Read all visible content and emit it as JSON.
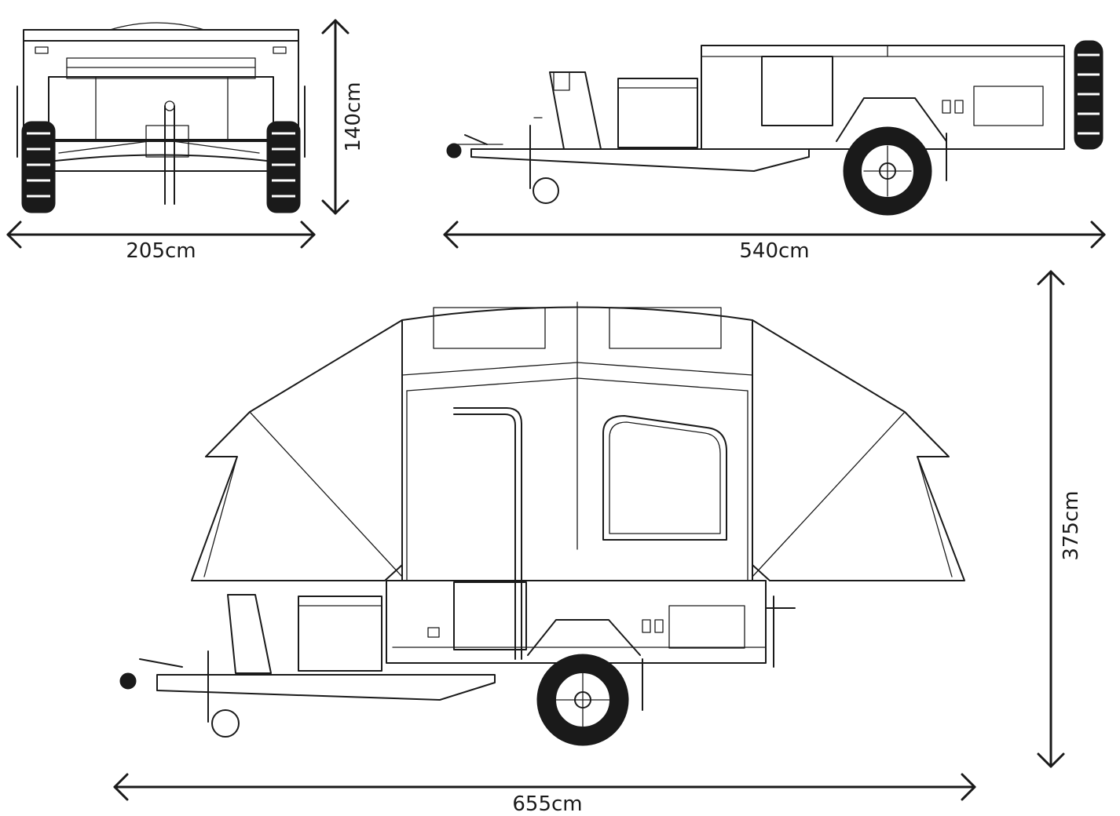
{
  "dimensions": {
    "front_width": "205cm",
    "front_height": "140cm",
    "side_length_closed": "540cm",
    "side_length_open": "655cm",
    "side_height_open": "375cm"
  },
  "colors": {
    "line": "#1a1a1a",
    "background": "#ffffff"
  }
}
